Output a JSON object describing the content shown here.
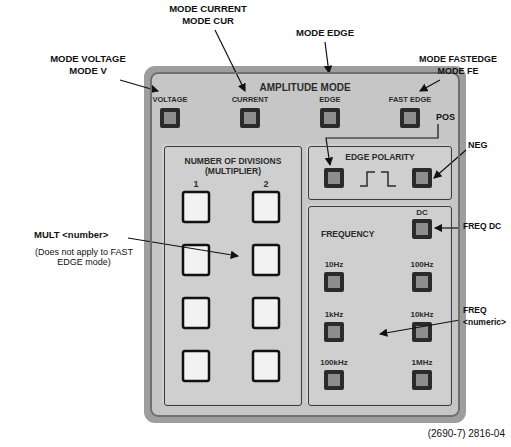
{
  "diagram": {
    "nodes": [
      {
        "text": [
          "AMPLITUDE MODE"
        ]
      },
      {
        "text": [
          "NUMBER OF DIVISIONS (MULTIPLIER)"
        ],
        "in": 0
      },
      {
        "text": [
          "EDGE POLARITY"
        ],
        "in": 0
      },
      {
        "text": [
          "FREQUENCY"
        ],
        "in": 0
      }
    ],
    "labels": [
      "VOLTAGE",
      "CURRENT",
      "EDGE",
      "FAST EDGE",
      "1",
      "2",
      "DC",
      "10Hz",
      "100Hz",
      "1kHz",
      "10kHz",
      "100kHz",
      "1MHz",
      "MODE CURRENT",
      "MODE CUR",
      "MODE VOLTAGE",
      "MODE V",
      "MODE EDGE",
      "MODE FASTEDGE",
      "MODE FE",
      "POS",
      "NEG",
      "MULT <number>",
      "(Does not apply to FAST EDGE mode)",
      "FREQ DC",
      "FREQ",
      "<numeric>",
      "(2690-7) 2816-04"
    ]
  }
}
